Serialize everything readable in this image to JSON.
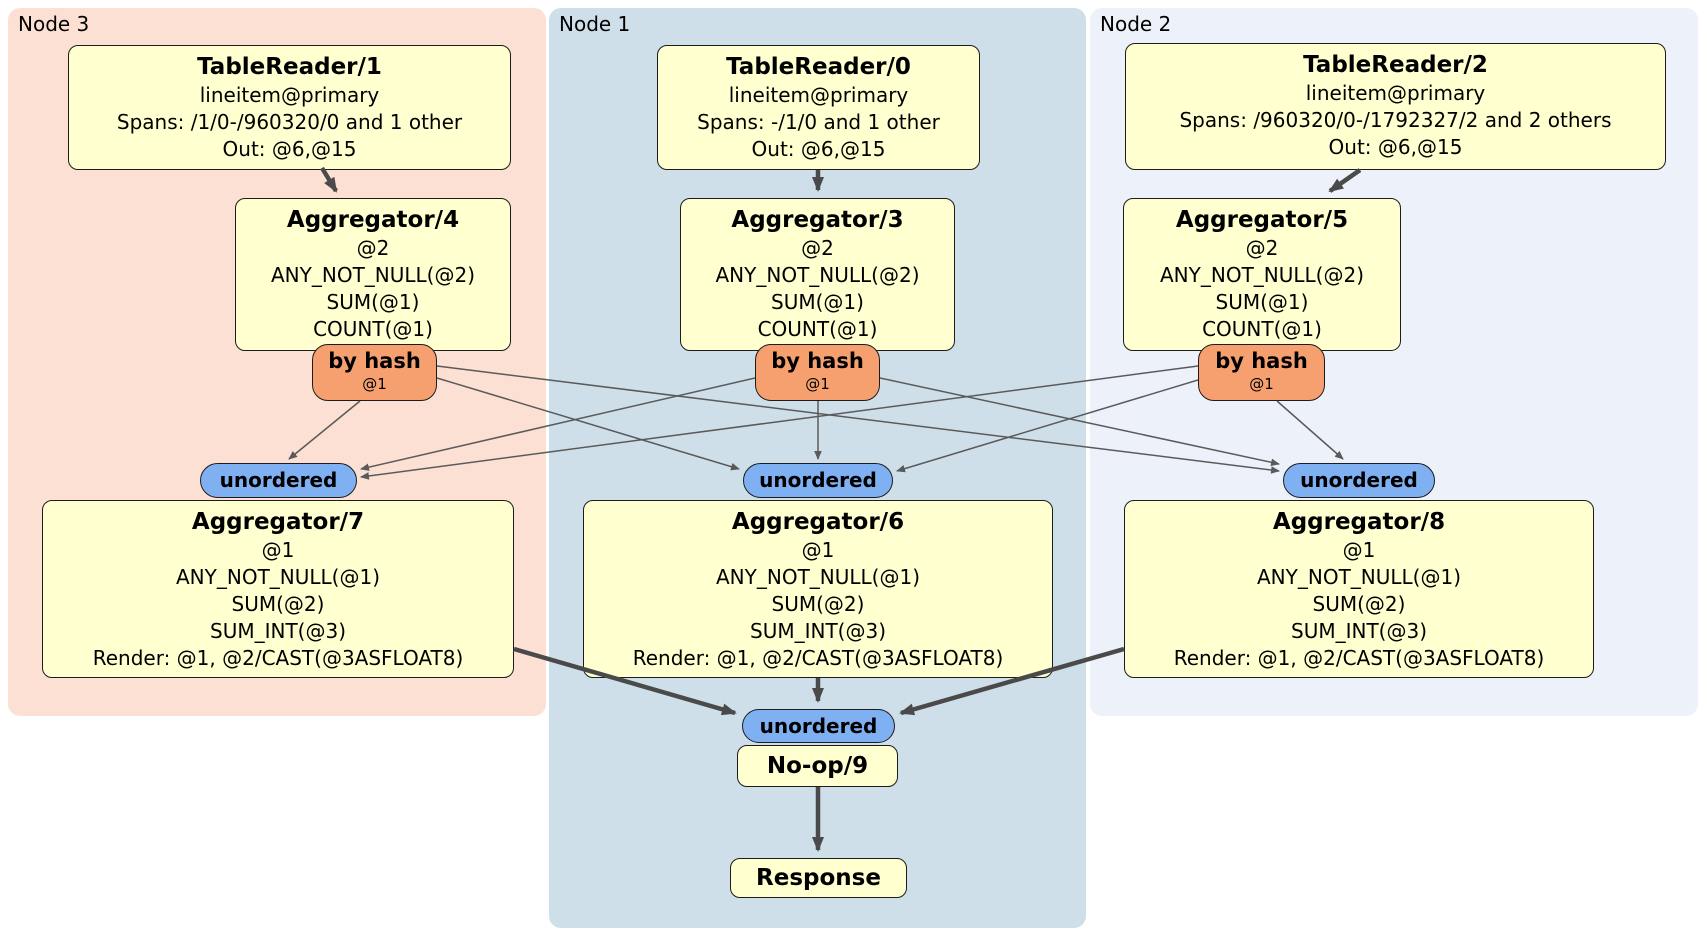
{
  "g3": {
    "region_label": "Node 3",
    "tr": {
      "title": "TableReader/1",
      "l1": "lineitem@primary",
      "l2": "Spans: /1/0-/960320/0 and 1 other",
      "l3": "Out: @6,@15"
    },
    "agg_top": {
      "title": "Aggregator/4",
      "l1": "@2",
      "l2": "ANY_NOT_NULL(@2)",
      "l3": "SUM(@1)",
      "l4": "COUNT(@1)"
    },
    "router": {
      "label": "by hash",
      "arg": "@1"
    },
    "sync": {
      "label": "unordered"
    },
    "agg_bot": {
      "title": "Aggregator/7",
      "l1": "@1",
      "l2": "ANY_NOT_NULL(@1)",
      "l3": "SUM(@2)",
      "l4": "SUM_INT(@3)",
      "l5": "Render: @1, @2/CAST(@3ASFLOAT8)"
    }
  },
  "g1": {
    "region_label": "Node 1",
    "tr": {
      "title": "TableReader/0",
      "l1": "lineitem@primary",
      "l2": "Spans: -/1/0 and 1 other",
      "l3": "Out: @6,@15"
    },
    "agg_top": {
      "title": "Aggregator/3",
      "l1": "@2",
      "l2": "ANY_NOT_NULL(@2)",
      "l3": "SUM(@1)",
      "l4": "COUNT(@1)"
    },
    "router": {
      "label": "by hash",
      "arg": "@1"
    },
    "sync": {
      "label": "unordered"
    },
    "agg_bot": {
      "title": "Aggregator/6",
      "l1": "@1",
      "l2": "ANY_NOT_NULL(@1)",
      "l3": "SUM(@2)",
      "l4": "SUM_INT(@3)",
      "l5": "Render: @1, @2/CAST(@3ASFLOAT8)"
    },
    "final_sync": {
      "label": "unordered"
    },
    "noop": {
      "title": "No-op/9"
    },
    "response": {
      "title": "Response"
    }
  },
  "g2": {
    "region_label": "Node 2",
    "tr": {
      "title": "TableReader/2",
      "l1": "lineitem@primary",
      "l2": "Spans: /960320/0-/1792327/2 and 2 others",
      "l3": "Out: @6,@15"
    },
    "agg_top": {
      "title": "Aggregator/5",
      "l1": "@2",
      "l2": "ANY_NOT_NULL(@2)",
      "l3": "SUM(@1)",
      "l4": "COUNT(@1)"
    },
    "router": {
      "label": "by hash",
      "arg": "@1"
    },
    "sync": {
      "label": "unordered"
    },
    "agg_bot": {
      "title": "Aggregator/8",
      "l1": "@1",
      "l2": "ANY_NOT_NULL(@1)",
      "l3": "SUM(@2)",
      "l4": "SUM_INT(@3)",
      "l5": "Render: @1, @2/CAST(@3ASFLOAT8)"
    }
  },
  "colors": {
    "node3_bg": "#fce0d3",
    "node1_bg": "#cfdfe9",
    "node2_bg": "#edf1fa",
    "box_bg": "#ffffcf",
    "router_bg": "#f6a070",
    "sync_bg": "#7fb0f2",
    "edge_thin": "#5a5a5a",
    "edge_thick": "#4a4a4a"
  }
}
